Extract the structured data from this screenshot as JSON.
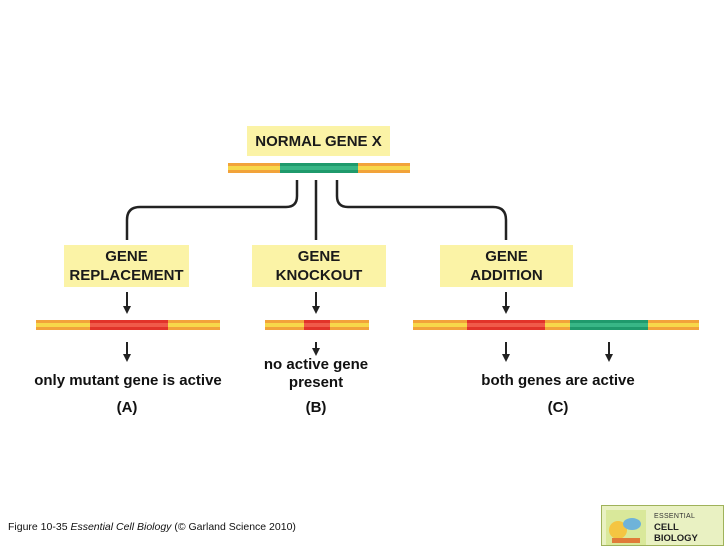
{
  "top_label": "NORMAL GENE X",
  "methods": [
    {
      "label": "GENE\nREPLACEMENT",
      "outcome": "only mutant gene is active",
      "panel": "(A)"
    },
    {
      "label": "GENE\nKNOCKOUT",
      "outcome": "no active gene\npresent",
      "panel": "(B)"
    },
    {
      "label": "GENE\nADDITION",
      "outcome": "both genes are active",
      "panel": "(C)"
    }
  ],
  "colors": {
    "label_bg": "#fbf3a6",
    "flank_orange": "#f2a33a",
    "flank_yellow": "#f7d84a",
    "normal_gene_green": "#1f9a6c",
    "mutant_gene_red": "#e2332a",
    "connector": "#222222"
  },
  "caption": {
    "figure": "Figure 10-35",
    "book": "Essential Cell Biology",
    "credit": "(© Garland Science 2010)"
  },
  "book_cover": {
    "line1": "ESSENTIAL",
    "line2": "CELL BIOLOGY"
  }
}
